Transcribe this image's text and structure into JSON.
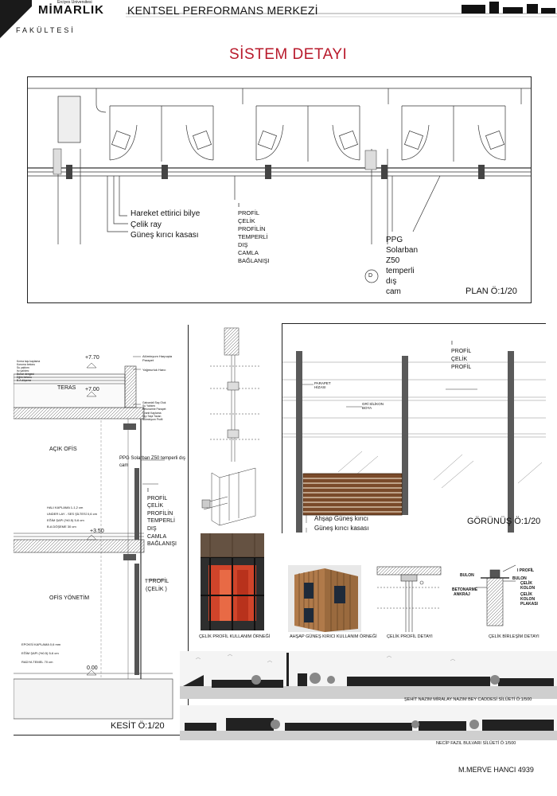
{
  "header": {
    "uni_small": "Erciyes Üniversitesi",
    "logo_word": "MİMARLIK",
    "logo_sub": "FAKÜLTESİ",
    "project_title": "KENTSEL PERFORMANS MERKEZİ"
  },
  "page_title": "SİSTEM DETAYI",
  "plan": {
    "labels": [
      "Hareket ettirici bilye",
      "Çelik ray",
      "Güneş kırıcı kasası"
    ],
    "profile_lines": [
      "I",
      "PROFİL",
      "ÇELİK",
      "PROFİLİN",
      "TEMPERLİ",
      "DIŞ",
      "CAMLA",
      "BAĞLANIŞI"
    ],
    "glass_lines": [
      "PPG",
      "Solarban",
      "Z50",
      "temperli",
      "dış",
      "cam"
    ],
    "marker": "D",
    "scale": "PLAN Ö:1/20"
  },
  "section": {
    "levels": [
      "+7.70",
      "+7.00",
      "+3.50",
      "0.00"
    ],
    "rooms": [
      "TERAS",
      "AÇIK OFİS",
      "OFİS YÖNETİM"
    ],
    "top_notes": [
      "Alüminyum Harpuşta",
      "Parapet",
      "Yağmurluk Harcı"
    ],
    "roof_layers": [
      "Kırma taşı kaplama",
      "Koruma betonu",
      "Su yalıtımı",
      "Isı yalıtımı",
      "Buhar dengesi",
      "Eğim betonu",
      "B.A döşeme"
    ],
    "side_notes": [
      "Galvanizli Saç Oluk",
      "Su Yalıtımı",
      "Betonarme Parapet",
      "Granit Kaplama",
      "Alçı Taşlı Tavan",
      "Alüminyum Profil"
    ],
    "glass_note": "PPG Solarban Z50 temperli dış cam",
    "profile_lines": [
      "I",
      "PROFİL",
      "ÇELİK",
      "PROFİLİN",
      "TEMPERLİ",
      "DIŞ",
      "CAMLA",
      "BAĞLANIŞI"
    ],
    "profile_note": [
      "I PROFİL",
      "(ÇELİK )"
    ],
    "floor_layers": [
      "HALI KAPLAMA  1-1,2 cm",
      "UNDER LAY - SES ŞİLTESİ  0,6 cm",
      "EĞİM ŞAPI (%0.5)  5-6 cm",
      "B.A  DÖŞEME   30 cm"
    ],
    "ground_layers": [
      "EPOKSİ KAPLAMA  0,6 mm",
      "EĞİM ŞAPI (%0.5)  5-6 cm",
      "RADYA TEMEL  70 cm"
    ],
    "scale": "KESİT Ö:1/20"
  },
  "elevation": {
    "labels": [
      "PARAPET HİZASI",
      "GRİ SİLİKON BOYA"
    ],
    "profile_lines": [
      "I",
      "PROFİL",
      "ÇELİK",
      "PROFİL"
    ],
    "sun_labels": [
      "Ahşap Güneş kırıcı",
      "Güneş kırıcı kasası"
    ],
    "scale": "GÖRÜNÜŞ Ö:1/20"
  },
  "photos": {
    "captions": [
      "ÇELİK PROFİL KULLANIM ÖRNEĞİ",
      "AHŞAP GÜNEŞ KIRICI KULLANIM ÖRNEĞİ",
      "ÇELİK PROFİL DETAYI",
      "ÇELİK BİRLEŞİM DETAYI"
    ],
    "joint_labels": [
      "BULON",
      "I PROFİL",
      "BULON",
      "ÇELİK",
      "KOLON",
      "BETONARME",
      "ANKRAJ",
      "ÇELİK",
      "KOLON",
      "PLAKASI"
    ]
  },
  "silhouettes": [
    "ŞEHİT NAZIM MİRALAY NAZIM BEY CADDESİ SİLÜETİ Ö:1/500",
    "NECİP FAZIL BULVARI SİLÜETİ Ö:1/500"
  ],
  "author": "M.MERVE HANCI 4939",
  "colors": {
    "title_red": "#b8192b",
    "steel": "#5a5a5a",
    "wood": "#7a4a2a",
    "glass_orange": "#d0442a"
  }
}
